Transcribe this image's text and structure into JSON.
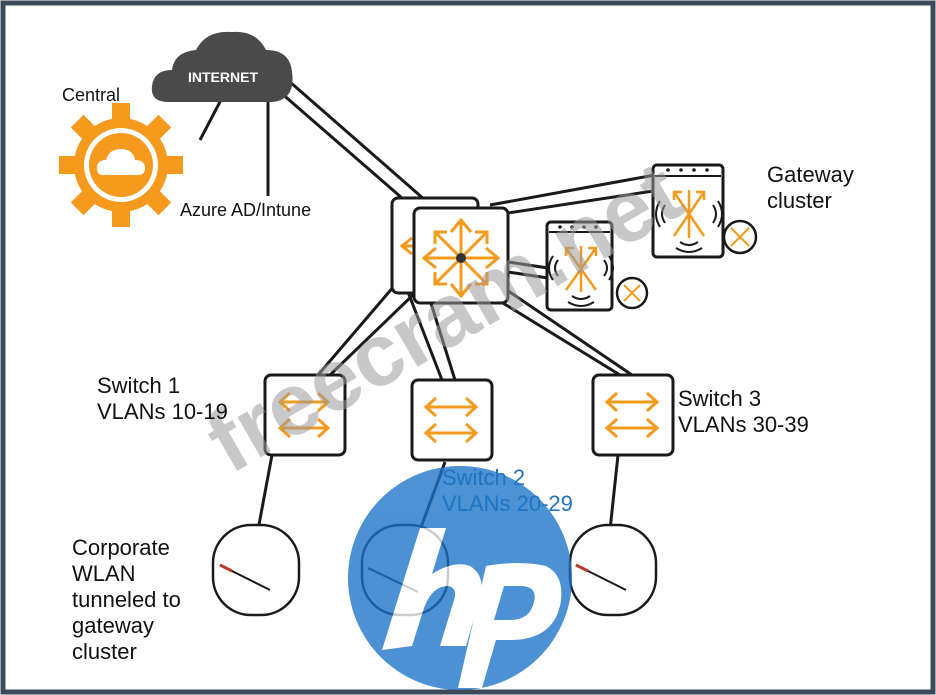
{
  "colors": {
    "accent": "#f59a1d",
    "frame": "#3d4a59",
    "cloud": "#4a4a4a",
    "hp_blue": "#1a73c9",
    "watermark": "#9a9a9a"
  },
  "cloud": {
    "label": "INTERNET"
  },
  "central": {
    "label": "Central"
  },
  "azure": {
    "label": "Azure AD/Intune"
  },
  "gateway": {
    "label": "Gateway\ncluster"
  },
  "switches": [
    {
      "label": "Switch 1\nVLANs 10-19"
    },
    {
      "label": "Switch 2\nVLANs 20-29"
    },
    {
      "label": "Switch 3\nVLANs 30-39"
    }
  ],
  "corporate": {
    "label": "Corporate\nWLAN\ntunneled to\ngateway\ncluster"
  },
  "watermark": {
    "text": "freecram.net"
  },
  "logo": {
    "text": "hp"
  }
}
